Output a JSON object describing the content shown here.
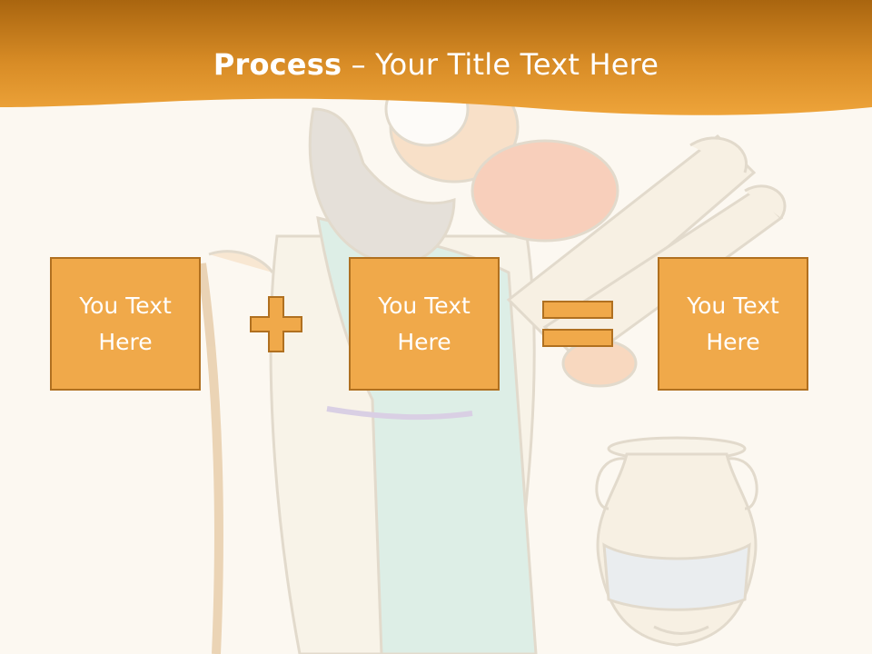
{
  "title": {
    "bold": "Process",
    "separator": " – ",
    "rest": "Your Title Text Here"
  },
  "boxes": [
    {
      "text": "You Text Here"
    },
    {
      "text": "You Text Here"
    },
    {
      "text": "You Text Here"
    }
  ],
  "operators": [
    "plus",
    "equals"
  ],
  "colors": {
    "background": "#fcf8f1",
    "header_orange": "#e39a2e",
    "header_dark": "#a9650f",
    "box_fill": "#f0a94a",
    "box_border": "#b07020",
    "text": "#ffffff"
  }
}
